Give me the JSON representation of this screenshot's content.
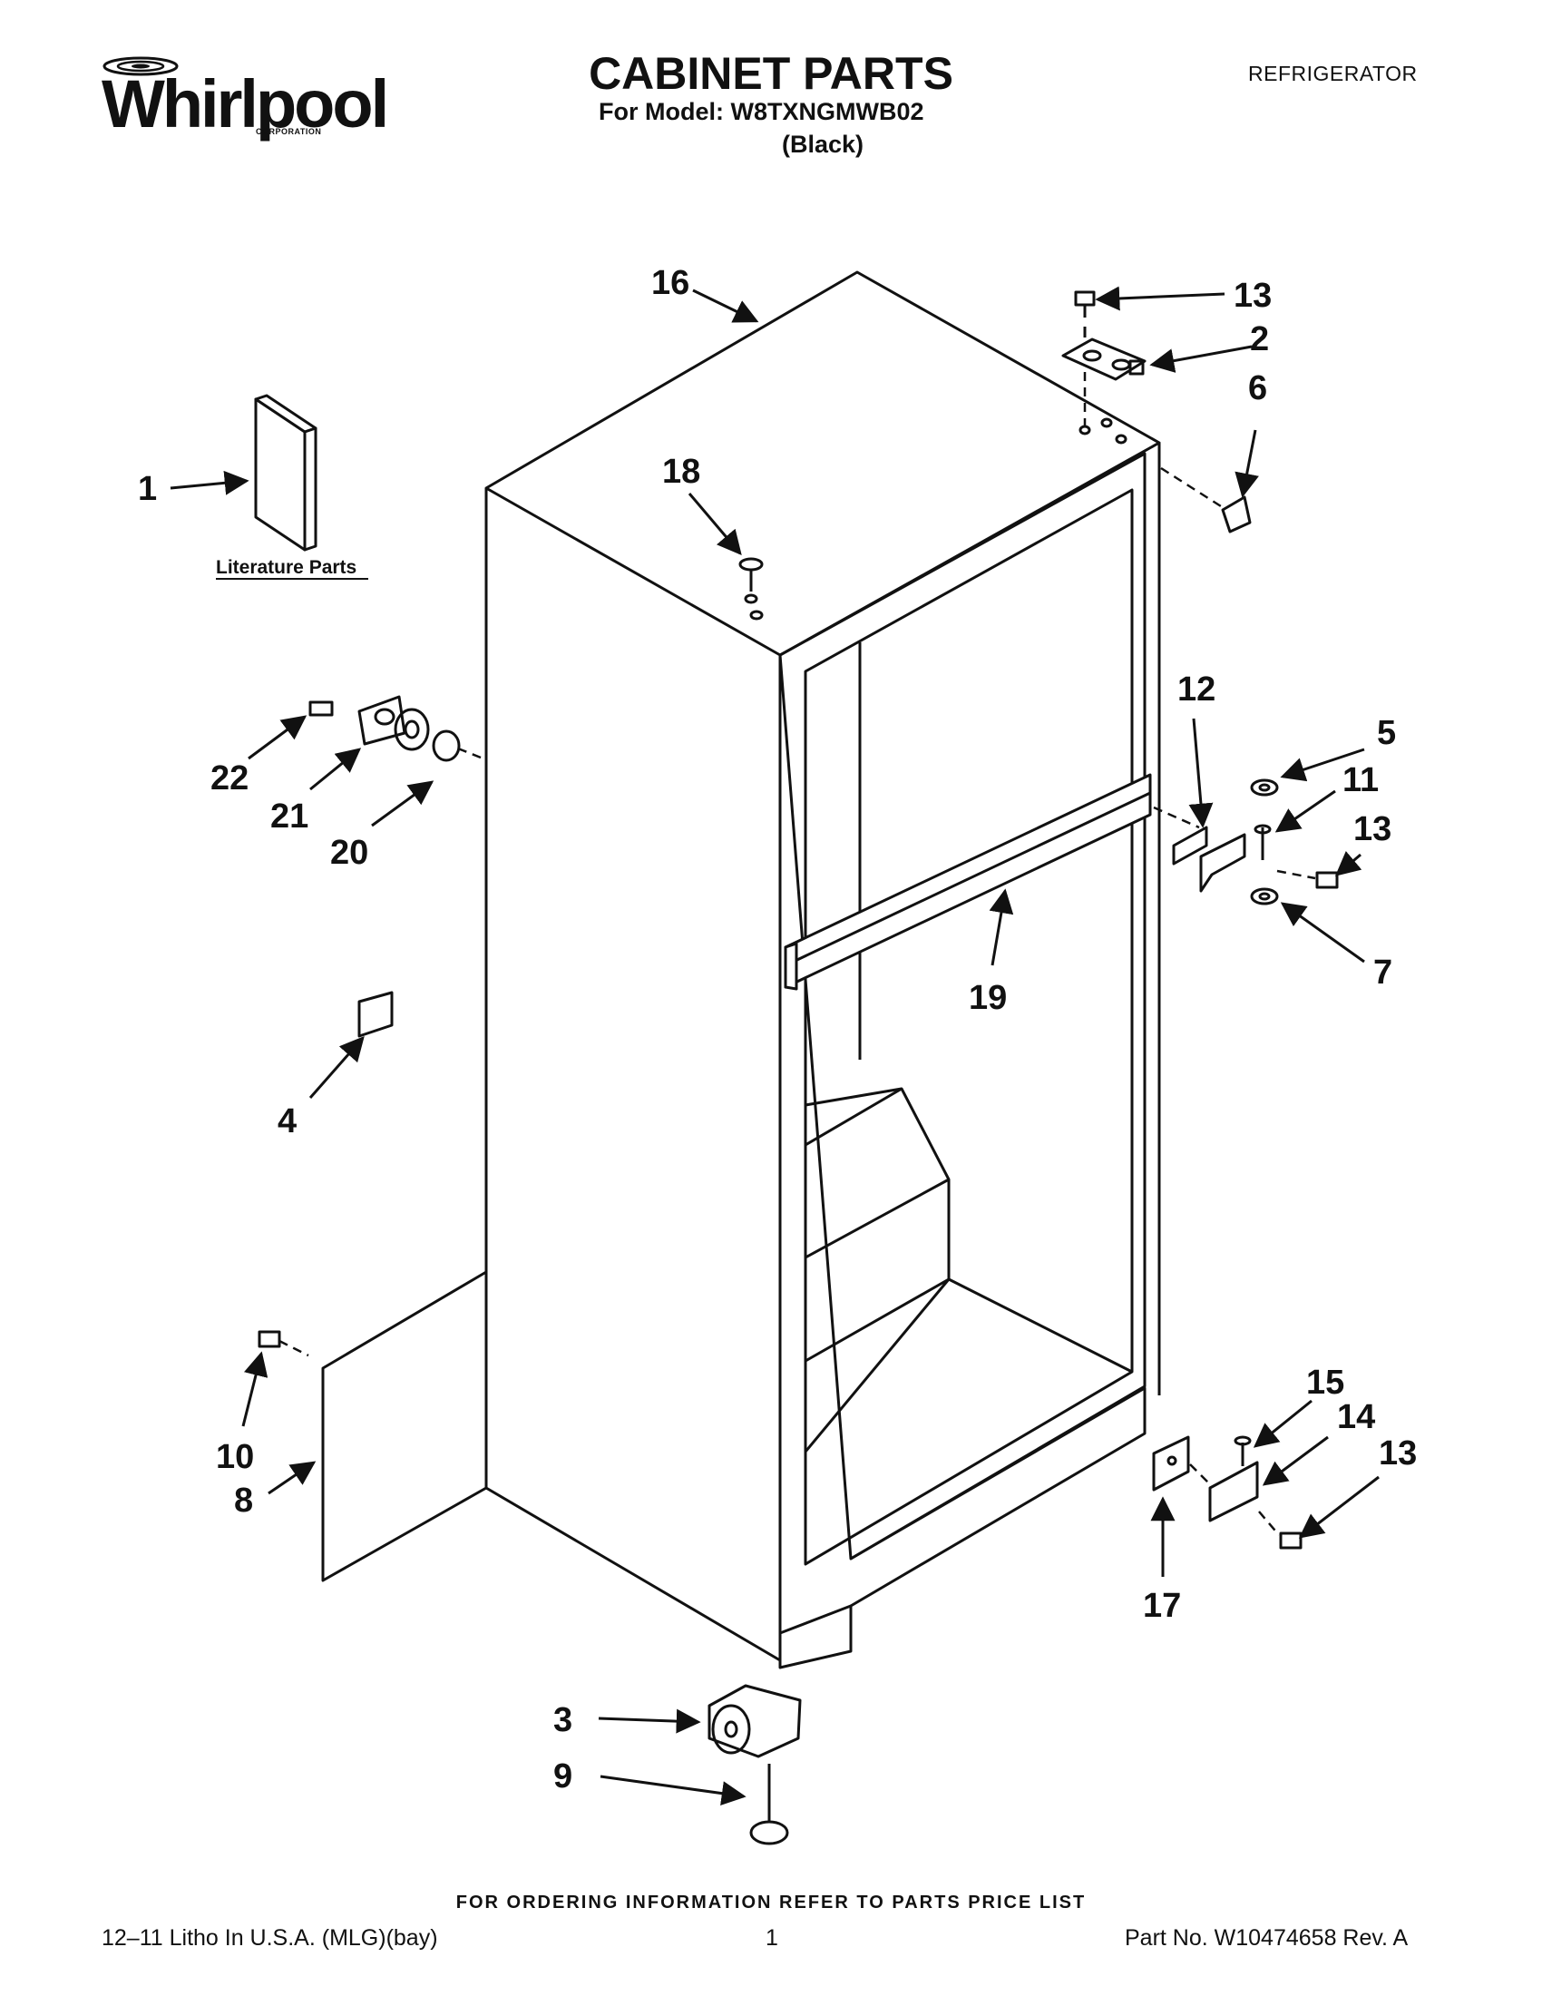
{
  "header": {
    "brand": "Whirlpool",
    "brand_sub": "CORPORATION",
    "title": "CABINET PARTS",
    "model_line": "For Model: W8TXNGMWB02",
    "color_line": "(Black)",
    "product": "REFRIGERATOR"
  },
  "diagram": {
    "literature_label": "Literature Parts",
    "callouts": {
      "c1": "1",
      "c2": "2",
      "c3": "3",
      "c4": "4",
      "c5": "5",
      "c6": "6",
      "c7": "7",
      "c8": "8",
      "c9": "9",
      "c10": "10",
      "c11": "11",
      "c12": "12",
      "c13a": "13",
      "c13b": "13",
      "c13c": "13",
      "c14": "14",
      "c15": "15",
      "c16": "16",
      "c17": "17",
      "c18": "18",
      "c19": "19",
      "c20": "20",
      "c21": "21",
      "c22": "22"
    }
  },
  "footer": {
    "note": "FOR ORDERING INFORMATION REFER TO PARTS PRICE LIST",
    "litho": "12–11 Litho In U.S.A. (MLG)(bay)",
    "page": "1",
    "part_no": "Part No. W10474658 Rev. A"
  }
}
